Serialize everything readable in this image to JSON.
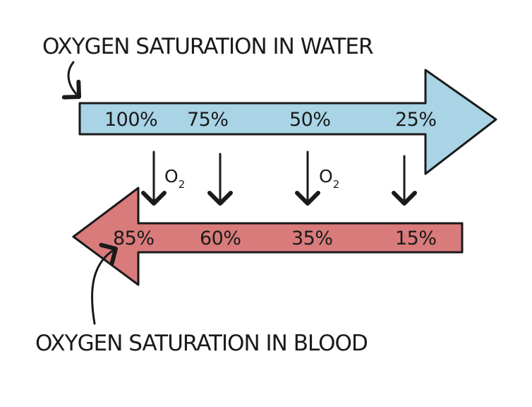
{
  "labels": {
    "water_title": "OXYGEN SATURATION IN WATER",
    "blood_title": "OXYGEN SATURATION IN BLOOD",
    "o2_main": "O",
    "o2_sub": "2"
  },
  "water_values": [
    "100%",
    "75%",
    "50%",
    "25%"
  ],
  "blood_values": [
    "85%",
    "60%",
    "35%",
    "15%"
  ],
  "colors": {
    "water_arrow": "#a9d4e6",
    "blood_arrow": "#d97b7b",
    "outline": "#1a1a1a"
  },
  "icons": {
    "transfer": "down-arrow-icon",
    "pointer": "curved-pointer-arrow-icon"
  }
}
